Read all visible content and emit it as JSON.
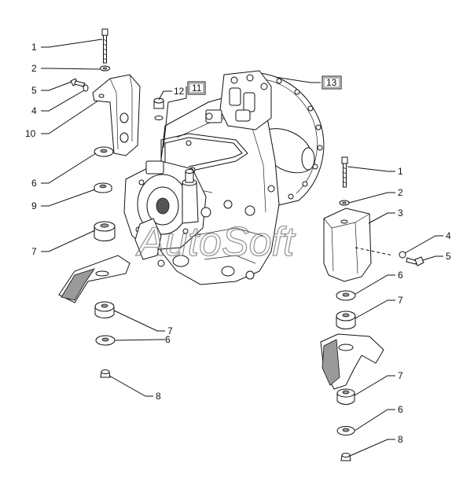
{
  "watermark": "AutoSoft",
  "callouts_left": [
    {
      "id": "c-l1",
      "label": "1"
    },
    {
      "id": "c-l2",
      "label": "2"
    },
    {
      "id": "c-l5",
      "label": "5"
    },
    {
      "id": "c-l4",
      "label": "4"
    },
    {
      "id": "c-l10",
      "label": "10"
    },
    {
      "id": "c-l6a",
      "label": "6"
    },
    {
      "id": "c-l9",
      "label": "9"
    },
    {
      "id": "c-l7a",
      "label": "7"
    },
    {
      "id": "c-l7b",
      "label": "7"
    },
    {
      "id": "c-l6b",
      "label": "6"
    },
    {
      "id": "c-l8",
      "label": "8"
    }
  ],
  "callouts_right": [
    {
      "id": "c-r1",
      "label": "1"
    },
    {
      "id": "c-r2",
      "label": "2"
    },
    {
      "id": "c-r3",
      "label": "3"
    },
    {
      "id": "c-r4",
      "label": "4"
    },
    {
      "id": "c-r5",
      "label": "5"
    },
    {
      "id": "c-r6a",
      "label": "6"
    },
    {
      "id": "c-r7a",
      "label": "7"
    },
    {
      "id": "c-r7b",
      "label": "7"
    },
    {
      "id": "c-r6b",
      "label": "6"
    },
    {
      "id": "c-r8",
      "label": "8"
    }
  ],
  "callouts_center": [
    {
      "id": "c-12",
      "label": "12"
    }
  ],
  "boxed_callouts": [
    {
      "id": "b-11",
      "label": "11"
    },
    {
      "id": "b-13",
      "label": "13"
    }
  ]
}
